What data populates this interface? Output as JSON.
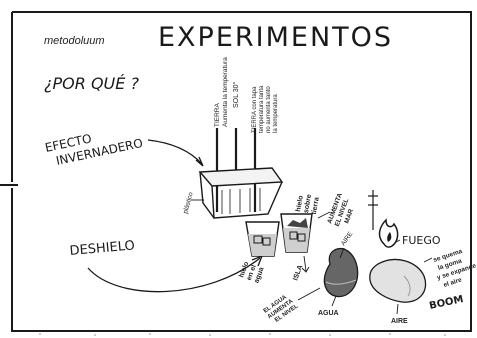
{
  "header": {
    "brand": "metodoluum",
    "title": "EXPERIMENTOS"
  },
  "left": {
    "question": "¿POR QUÉ ?",
    "efecto_line1": "EFECTO",
    "efecto_line2": "INVERNADERO",
    "deshielo": "DESHIELO"
  },
  "top_notes": {
    "col1_line1": "TIERRA",
    "col1_line2": "Aumenta la temperatura",
    "col2": "SOL 30°",
    "col3_line1": "TIERRA con tapa",
    "col3_line2": "temperatura tanta",
    "col3_line3": "no aumenta tanto",
    "col3_line4": "la temperatura"
  },
  "labels": {
    "plastico": "plástico",
    "hielo_tierra_1": "hielo",
    "hielo_tierra_2": "sobre",
    "hielo_tierra_3": "tierra",
    "aumenta_1": "AUMENTA",
    "aumenta_2": "EL NIVEL",
    "aumenta_3": "MAR",
    "hielo_agua_1": "hielo",
    "hielo_agua_2": "en el",
    "hielo_agua_3": "agua",
    "isla": "ISLA",
    "agua_nivel_1": "EL AGUA",
    "agua_nivel_2": "AUMENTA",
    "agua_nivel_3": "EL NIVEL",
    "agua": "AGUA",
    "aire_top": "AIRE",
    "aire_bottom": "AIRE",
    "fuego": "FUEGO",
    "quema_1": "se quema",
    "quema_2": "la goma",
    "quema_3": "y se expande",
    "quema_4": "el aire",
    "boom": "BOOM"
  },
  "colors": {
    "ink": "#1a1a1a",
    "water_tint": "#c8c8c8",
    "balloon_dark": "#555555"
  }
}
